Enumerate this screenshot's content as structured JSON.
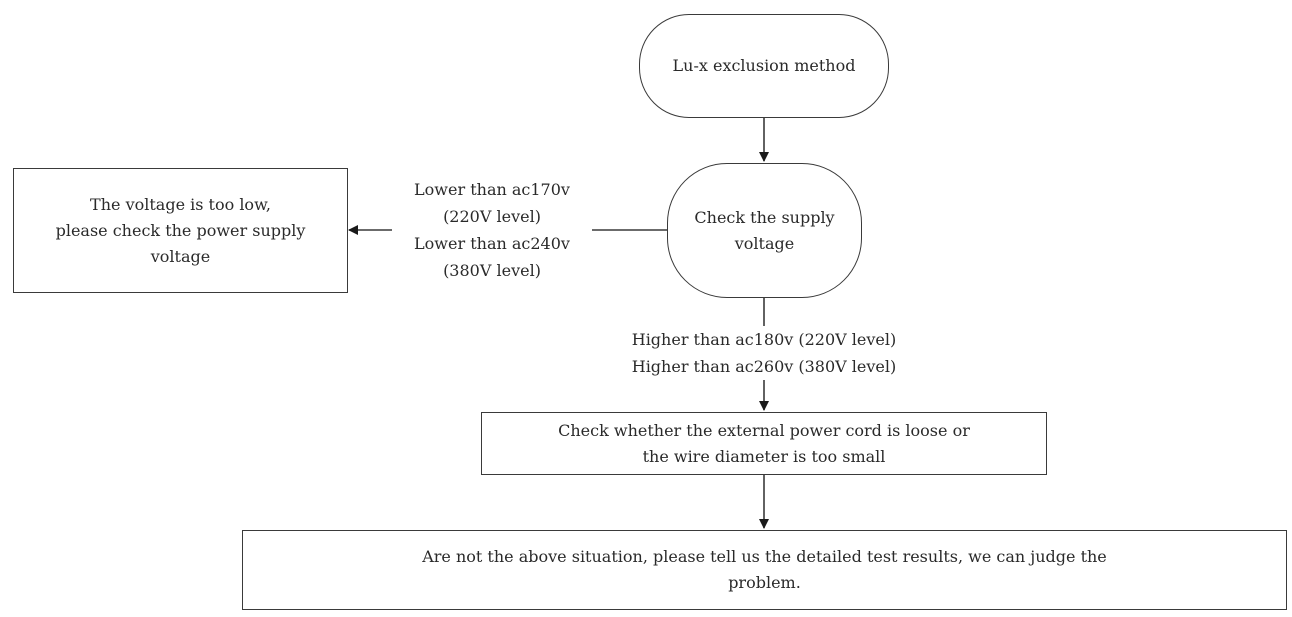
{
  "nodes": {
    "start": "Lu-x exclusion method",
    "check_voltage": "Check the supply\nvoltage",
    "low_voltage": "The voltage is too low,\nplease check the power supply\nvoltage",
    "check_cord": "Check whether the external power cord is loose or\nthe wire diameter is too small",
    "final": "Are not the above situation, please tell us the detailed test results, we can judge the\nproblem."
  },
  "edge_labels": {
    "lower": "Lower than ac170v\n(220V level)\nLower than ac240v\n(380V level)",
    "higher": "Higher than ac180v (220V level)\nHigher than ac260v (380V level)"
  }
}
